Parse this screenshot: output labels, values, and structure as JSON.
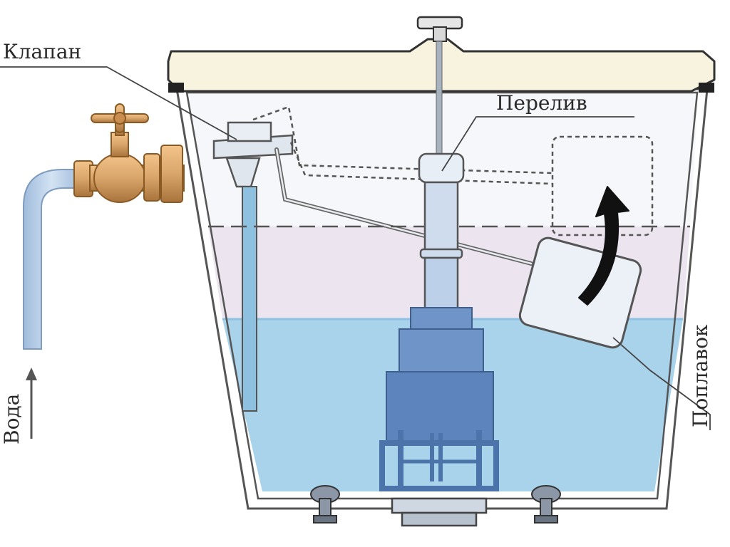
{
  "labels": {
    "valve": "Клапан",
    "overflow": "Перелив",
    "float": "Поплавок",
    "water": "Вода"
  },
  "colors": {
    "background": "#ffffff",
    "tank_wall": "#555555",
    "lid": "#f7f3df",
    "water": "#a9d3ea",
    "upper_zone": "#ece5f0",
    "air_zone": "#f6f7fb",
    "pipe": "#b8cfe6",
    "brass": "#d9a56a",
    "mechanism": "#6f94c8",
    "mechanism_dark": "#4d73ab",
    "arrow": "#111111"
  }
}
